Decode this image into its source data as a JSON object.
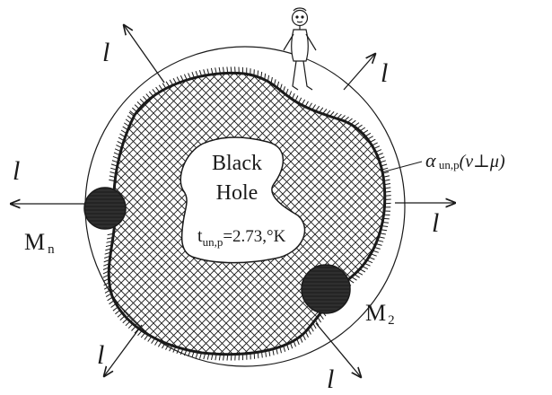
{
  "diagram": {
    "center_text": {
      "line1": "Black",
      "line2": "Hole"
    },
    "temperature": {
      "t": "t",
      "sub": "un,p",
      "rest": "=2.73,°K"
    },
    "alpha": {
      "symbol": "α",
      "sub": " un,p",
      "paren": "(ν⊥μ)"
    },
    "direction_label": "l",
    "masses": [
      {
        "letter": "M",
        "sub": "n"
      },
      {
        "letter": "M",
        "sub": "2"
      }
    ],
    "colors": {
      "ink": "#1a1a1a",
      "mass_fill": "#3a3a3a",
      "background": "#ffffff"
    }
  }
}
